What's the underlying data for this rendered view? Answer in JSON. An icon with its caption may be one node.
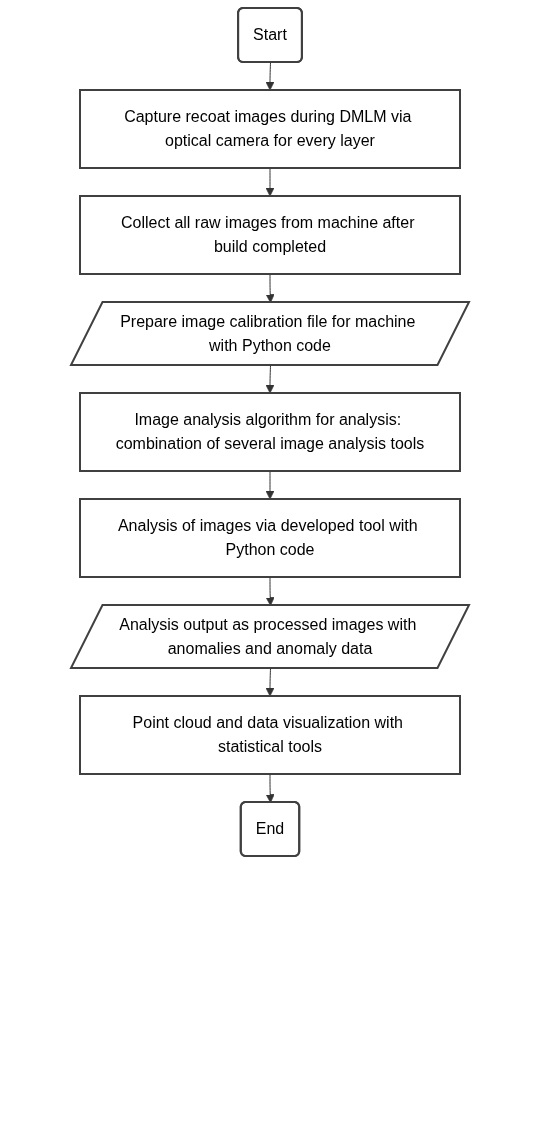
{
  "diagram": {
    "nodes": [
      {
        "text": [
          "Start"
        ]
      },
      {
        "text": [
          "Capture recoat images during DMLM via optical camera for every layer"
        ]
      },
      {
        "text": [
          "Collect all raw images from machine after build completed"
        ]
      },
      {
        "text": [
          "Prepare image calibration file for machine with Python code"
        ]
      },
      {
        "text": [
          "Image analysis algorithm for analysis: combination of several image analysis tools"
        ]
      },
      {
        "text": [
          "Analysis of images via developed tool with Python code"
        ]
      },
      {
        "text": [
          "Analysis output as processed images with anomalies and anomaly data"
        ]
      },
      {
        "text": [
          "Point cloud and data visualization with statistical tools"
        ]
      },
      {
        "text": [
          "End"
        ]
      }
    ],
    "edges": [
      {
        "from": 0,
        "to": 1,
        "arrow": "to"
      },
      {
        "from": 1,
        "to": 2,
        "arrow": "to"
      },
      {
        "from": 2,
        "to": 3,
        "arrow": "to"
      },
      {
        "from": 3,
        "to": 4,
        "arrow": "to"
      },
      {
        "from": 4,
        "to": 5,
        "arrow": "to"
      },
      {
        "from": 5,
        "to": 6,
        "arrow": "to"
      },
      {
        "from": 6,
        "to": 7,
        "arrow": "to"
      },
      {
        "from": 7,
        "to": 8,
        "arrow": "to"
      }
    ]
  }
}
